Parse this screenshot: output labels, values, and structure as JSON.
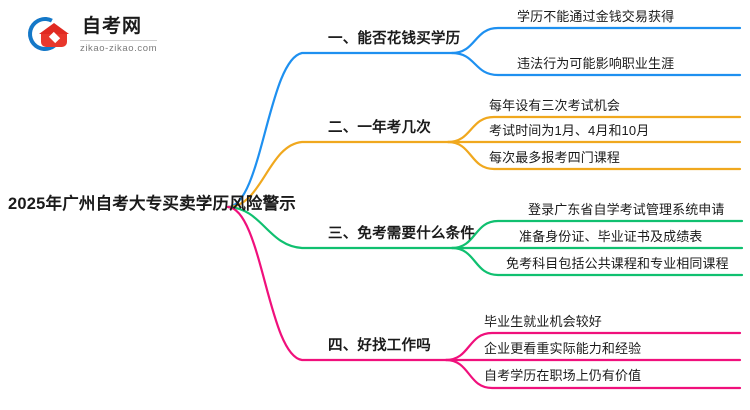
{
  "logo": {
    "name": "zikao-logo",
    "title": "自考网",
    "subtitle": "zikao-zikao.com",
    "ring_color": "#1478c8",
    "cap_color": "#e8372c"
  },
  "mindmap": {
    "type": "mindmap",
    "root": {
      "label": "2025年广州自考大专买卖学历风险警示"
    },
    "branches": [
      {
        "index": 1,
        "label": "一、能否花钱买学历",
        "color": "#1e90f0",
        "children": [
          {
            "label": "学历不能通过金钱交易获得"
          },
          {
            "label": "违法行为可能影响职业生涯"
          }
        ]
      },
      {
        "index": 2,
        "label": "二、一年考几次",
        "color": "#f0a81e",
        "children": [
          {
            "label": "每年设有三次考试机会"
          },
          {
            "label": "考试时间为1月、4月和10月"
          },
          {
            "label": "每次最多报考四门课程"
          }
        ]
      },
      {
        "index": 3,
        "label": "三、免考需要什么条件",
        "color": "#10c070",
        "children": [
          {
            "label": "登录广东省自学考试管理系统申请"
          },
          {
            "label": "准备身份证、毕业证书及成绩表"
          },
          {
            "label": "免考科目包括公共课程和专业相同课程"
          }
        ]
      },
      {
        "index": 4,
        "label": "四、好找工作吗",
        "color": "#f0107c",
        "children": [
          {
            "label": "毕业生就业机会较好"
          },
          {
            "label": "企业更看重实际能力和经验"
          },
          {
            "label": "自考学历在职场上仍有价值"
          }
        ]
      }
    ]
  }
}
